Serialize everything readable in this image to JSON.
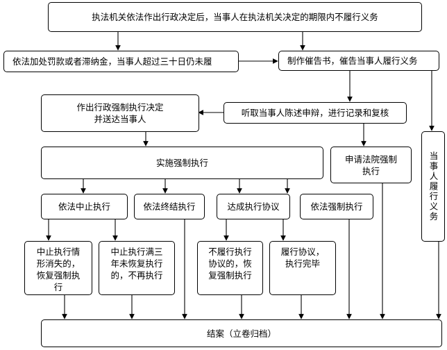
{
  "nodes": {
    "top": "执法机关依法作出行政决定后，当事人在执法机关决定的期限内不履行义务",
    "penalty": "依法加处罚款或者滞纳金，当事人超过三十日仍未履",
    "notice": "制作催告书，催告当事人履行义务",
    "decision": "作出行政强制执行决定\n并送达当事人",
    "hearing": "听取当事人陈述申辩，进行记录和复核",
    "perform": "当事人履行义务",
    "implement": "实施强制执行",
    "court": "申请法院强制\n执行",
    "suspend": "依法中止执行",
    "terminate": "依法终结执行",
    "agreement": "达成执行协议",
    "enforce": "依法强制执行",
    "resume": "中止执行情\n形消失的，\n恢复强制执\n行",
    "nolonger": "中止执行满三\n年未恢复执行\n的，不再执行",
    "breach": "不履行执行\n协议的，恢\n复强制执行",
    "fulfil": "履行协议，\n执行完毕",
    "close": "结案（立卷归档）"
  }
}
